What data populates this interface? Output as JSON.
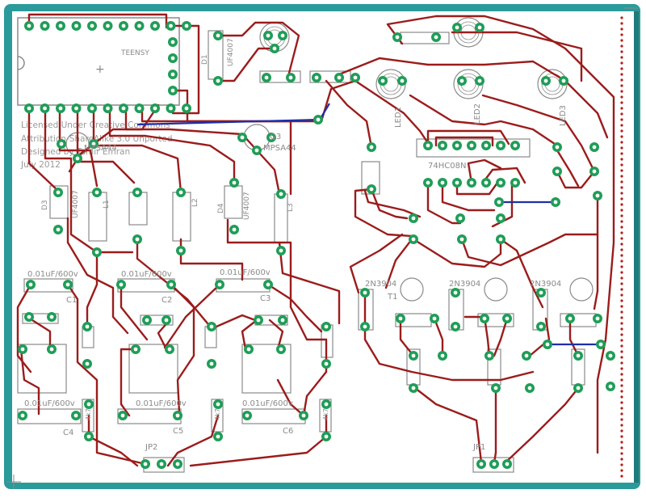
{
  "colors": {
    "board_border": "#2a9a9a",
    "board_bg": "#ffffff",
    "trace_top": "#9b1c1c",
    "trace_bottom": "#1e2fa8",
    "pad": "#1f9d57",
    "pad_hole": "#ffffff",
    "silk": "#8a8a8a",
    "right_dots": "#b71c1c"
  },
  "teensy": {
    "label": "TEENSY"
  },
  "license_text": [
    "Licensed Under Creative Commons",
    "Attribution-ShareAlike 3.0 Unported",
    "Designed by Tamir Emran",
    "July 2012"
  ],
  "labels": {
    "d1": "D1",
    "d1_part": "UF4007",
    "d3_part": "UF4007",
    "d3": "D3",
    "d4": "D4",
    "d4_part": "UF4007",
    "l1": "L1",
    "l2": "L2",
    "l3": "L3",
    "q2": "MPSA44",
    "q3": "MPSA44",
    "q3_name": "Q3",
    "c1": "C1",
    "c1_val": "0.01uF/600v",
    "c2": "C2",
    "c2_val": "0.01uF/600v",
    "c3": "C3",
    "c3_val": "0.01uF/600v",
    "c4": "C4",
    "c4_val": "0.01uF/600v",
    "c5": "C5",
    "c5_val": "0.01uF/600v",
    "c6": "C6",
    "c6_val": "0.01uF/600v",
    "ic": "74HC08N",
    "led1": "LED1",
    "led2": "LED2",
    "led3": "LED3",
    "t1": "T1",
    "t1_part": "2N3904",
    "t2_part": "2N3904",
    "t3_part": "2N3904",
    "jp1": "JP1",
    "jp2": "JP2",
    "r_4k7_1": "4k7",
    "r_4k7_2": "4k7",
    "r_4k7_3": "4k7"
  }
}
